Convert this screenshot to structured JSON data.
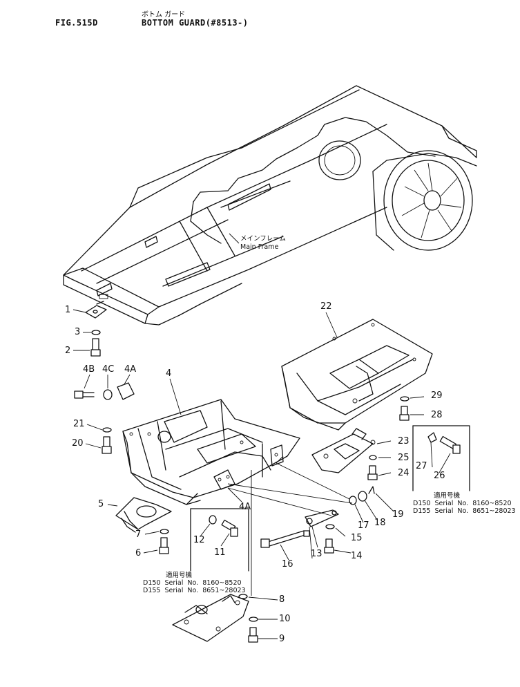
{
  "header": {
    "fig_label": "FIG.515D",
    "title_jp": "ボトム ガード",
    "title_en": "BOTTOM GUARD(#8513-)"
  },
  "main_frame": {
    "label_jp": "メインフレーム",
    "label_en": "Main Frame"
  },
  "applicability_left": {
    "heading_jp": "適用号機",
    "line1": "D150  Serial  No.  8160~8520",
    "line2": "D155  Serial  No.  8651~28023"
  },
  "applicability_right": {
    "heading_jp": "適用号機",
    "line1": "D150  Serial  No.  8160~8520",
    "line2": "D155  Serial  No.  8651~28023"
  },
  "callouts": [
    "1",
    "2",
    "3",
    "4",
    "4A",
    "4A",
    "4B",
    "4C",
    "5",
    "6",
    "7",
    "8",
    "9",
    "10",
    "11",
    "12",
    "13",
    "14",
    "15",
    "16",
    "17",
    "18",
    "19",
    "20",
    "21",
    "22",
    "23",
    "24",
    "25",
    "26",
    "27",
    "28",
    "29"
  ]
}
